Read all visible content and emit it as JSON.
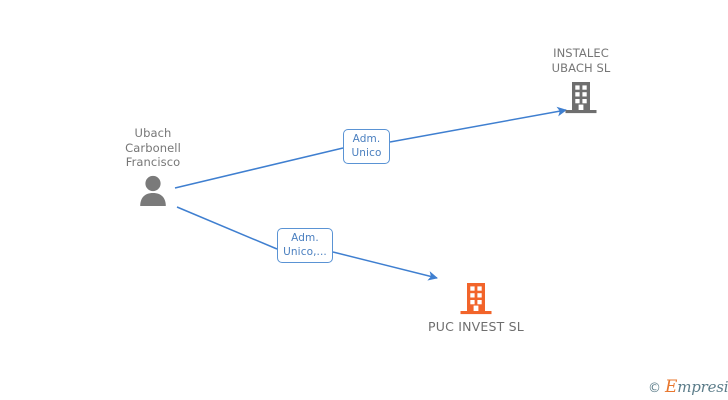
{
  "graph": {
    "background_color": "#ffffff",
    "edge_color": "#3f7fd0",
    "person": {
      "name_lines": [
        "Ubach",
        "Carbonell",
        "Francisco"
      ],
      "name_text": "Ubach\nCarbonell\nFrancisco",
      "icon": "person-icon",
      "icon_color": "#7a7a7a"
    },
    "companies": [
      {
        "id": "instalec-ubach-sl",
        "name_lines": [
          "INSTALEC",
          "UBACH SL"
        ],
        "name_text": "INSTALEC\nUBACH SL",
        "icon": "building-icon",
        "icon_color": "#6e6e6e",
        "label_position": "above"
      },
      {
        "id": "puc-invest-sl",
        "name_lines": [
          "PUC INVEST SL"
        ],
        "name_text": "PUC INVEST SL",
        "icon": "building-icon",
        "icon_color": "#f2642a",
        "label_position": "below"
      }
    ],
    "edges": [
      {
        "id": "edge-to-instalec",
        "from": "ubach-carbonell-francisco",
        "to": "instalec-ubach-sl",
        "label_lines": [
          "Adm.",
          "Unico"
        ],
        "label_text": "Adm.\nUnico",
        "label_color": "#4a7fbf",
        "border_color": "#5a93d4"
      },
      {
        "id": "edge-to-puc-invest",
        "from": "ubach-carbonell-francisco",
        "to": "puc-invest-sl",
        "label_lines": [
          "Adm.",
          "Unico,..."
        ],
        "label_text": "Adm.\nUnico,...",
        "label_color": "#4a7fbf",
        "border_color": "#5a93d4"
      }
    ]
  },
  "watermark": {
    "copyright_symbol": "©",
    "brand_first_letter": "E",
    "brand_rest": "mpresia",
    "color_text": "#5c7d8a",
    "color_accent": "#e8772e"
  }
}
